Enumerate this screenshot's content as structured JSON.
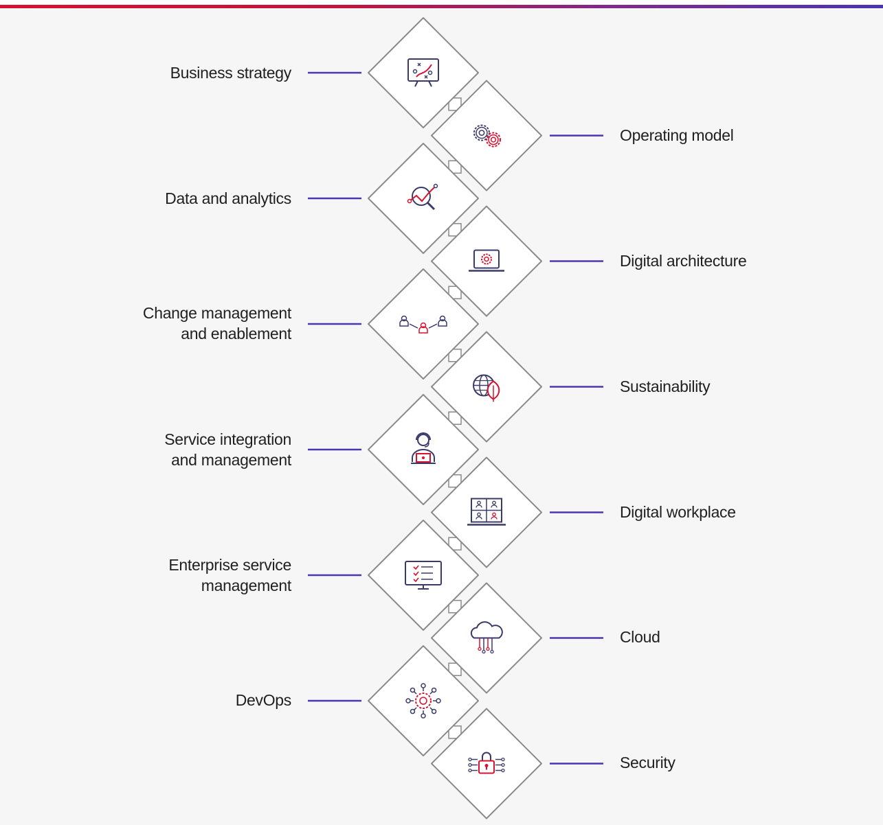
{
  "colors": {
    "accent_red": "#d8112f",
    "accent_purple": "#4b35b0",
    "connector": "#4b35b0",
    "diamond_stroke": "#8a8a8a",
    "icon_dark": "#3a3a6a",
    "icon_red": "#d8112f"
  },
  "capabilities": [
    {
      "side": "left",
      "lines": [
        "Business strategy"
      ],
      "icon": "strategy-board-icon"
    },
    {
      "side": "right",
      "lines": [
        "Operating model"
      ],
      "icon": "gears-icon"
    },
    {
      "side": "left",
      "lines": [
        "Data and analytics"
      ],
      "icon": "analytics-magnifier-icon"
    },
    {
      "side": "right",
      "lines": [
        "Digital architecture"
      ],
      "icon": "laptop-gear-icon"
    },
    {
      "side": "left",
      "lines": [
        "Change management",
        "and enablement"
      ],
      "icon": "people-network-icon"
    },
    {
      "side": "right",
      "lines": [
        "Sustainability"
      ],
      "icon": "globe-leaf-icon"
    },
    {
      "side": "left",
      "lines": [
        "Service integration",
        "and management"
      ],
      "icon": "support-agent-icon"
    },
    {
      "side": "right",
      "lines": [
        "Digital workplace"
      ],
      "icon": "video-meeting-icon"
    },
    {
      "side": "left",
      "lines": [
        "Enterprise service",
        "management"
      ],
      "icon": "checklist-monitor-icon"
    },
    {
      "side": "right",
      "lines": [
        "Cloud"
      ],
      "icon": "cloud-circuit-icon"
    },
    {
      "side": "left",
      "lines": [
        "DevOps"
      ],
      "icon": "devops-gear-icon"
    },
    {
      "side": "right",
      "lines": [
        "Security"
      ],
      "icon": "lock-circuit-icon"
    }
  ]
}
